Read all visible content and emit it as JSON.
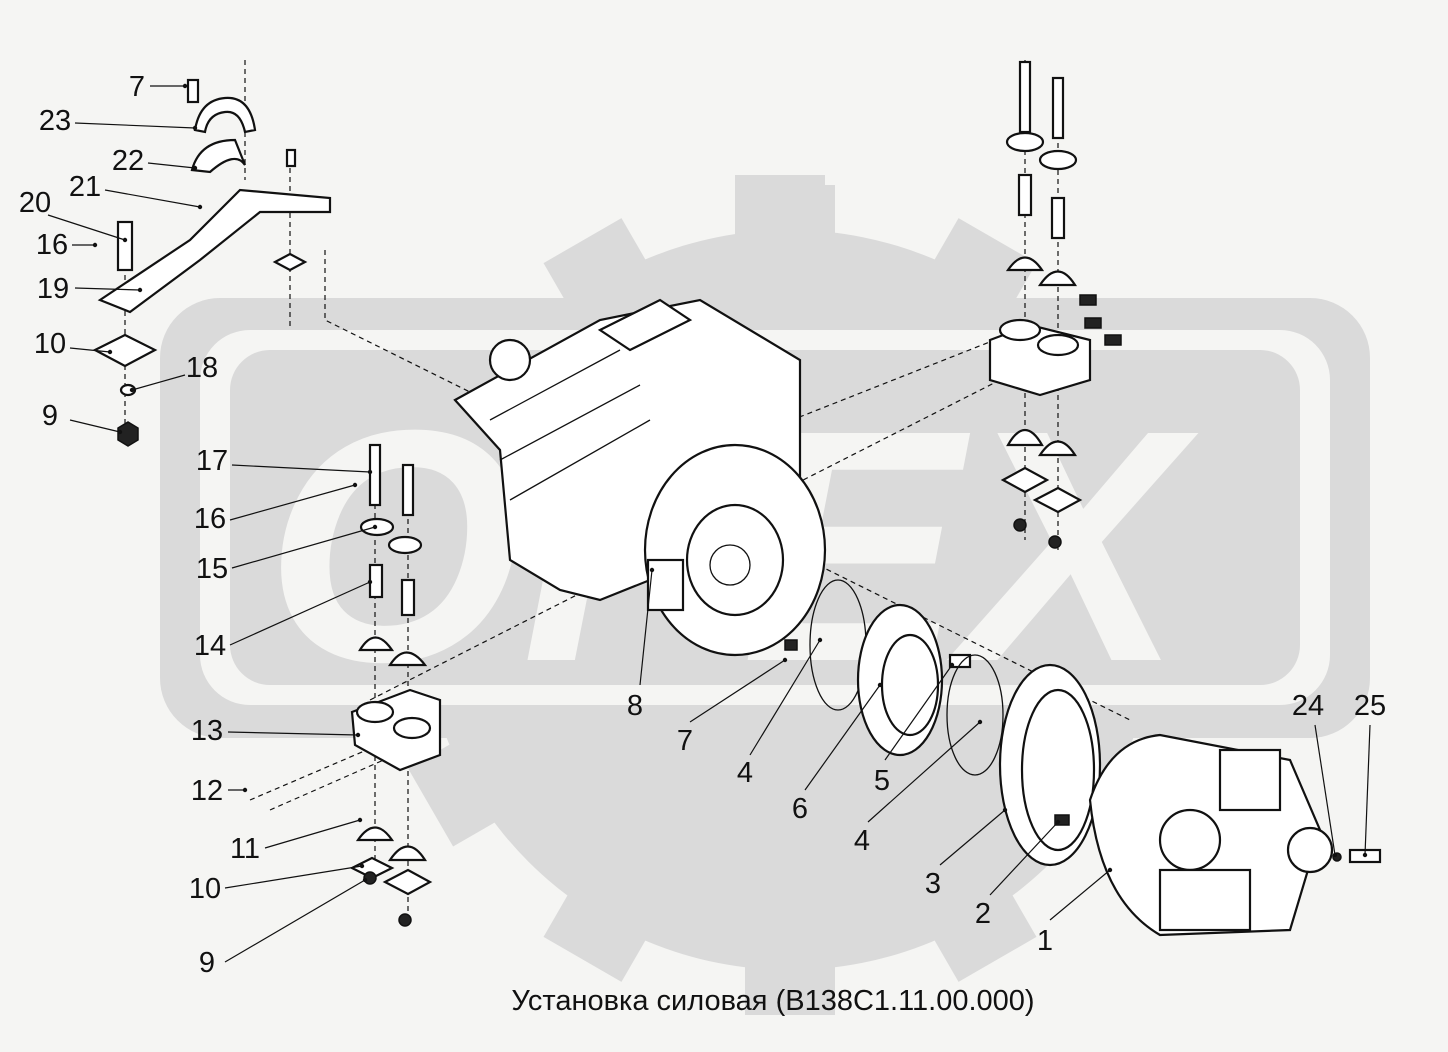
{
  "caption": "Установка силовая (В138С1.11.00.000)",
  "watermark": {
    "text": "OPEX",
    "color": "#dadada"
  },
  "colors": {
    "background": "#f5f5f3",
    "ink": "#111111"
  },
  "callouts": [
    {
      "id": "c7a",
      "label": "7"
    },
    {
      "id": "c23",
      "label": "23"
    },
    {
      "id": "c22",
      "label": "22"
    },
    {
      "id": "c21",
      "label": "21"
    },
    {
      "id": "c20",
      "label": "20"
    },
    {
      "id": "c16a",
      "label": "16"
    },
    {
      "id": "c19",
      "label": "19"
    },
    {
      "id": "c10a",
      "label": "10"
    },
    {
      "id": "c18",
      "label": "18"
    },
    {
      "id": "c9a",
      "label": "9"
    },
    {
      "id": "c17",
      "label": "17"
    },
    {
      "id": "c16b",
      "label": "16"
    },
    {
      "id": "c15",
      "label": "15"
    },
    {
      "id": "c14",
      "label": "14"
    },
    {
      "id": "c13",
      "label": "13"
    },
    {
      "id": "c12",
      "label": "12"
    },
    {
      "id": "c11",
      "label": "11"
    },
    {
      "id": "c10b",
      "label": "10"
    },
    {
      "id": "c9b",
      "label": "9"
    },
    {
      "id": "c8",
      "label": "8"
    },
    {
      "id": "c7b",
      "label": "7"
    },
    {
      "id": "c4a",
      "label": "4"
    },
    {
      "id": "c6",
      "label": "6"
    },
    {
      "id": "c5",
      "label": "5"
    },
    {
      "id": "c4b",
      "label": "4"
    },
    {
      "id": "c3",
      "label": "3"
    },
    {
      "id": "c2",
      "label": "2"
    },
    {
      "id": "c1",
      "label": "1"
    },
    {
      "id": "c24",
      "label": "24"
    },
    {
      "id": "c25",
      "label": "25"
    }
  ]
}
